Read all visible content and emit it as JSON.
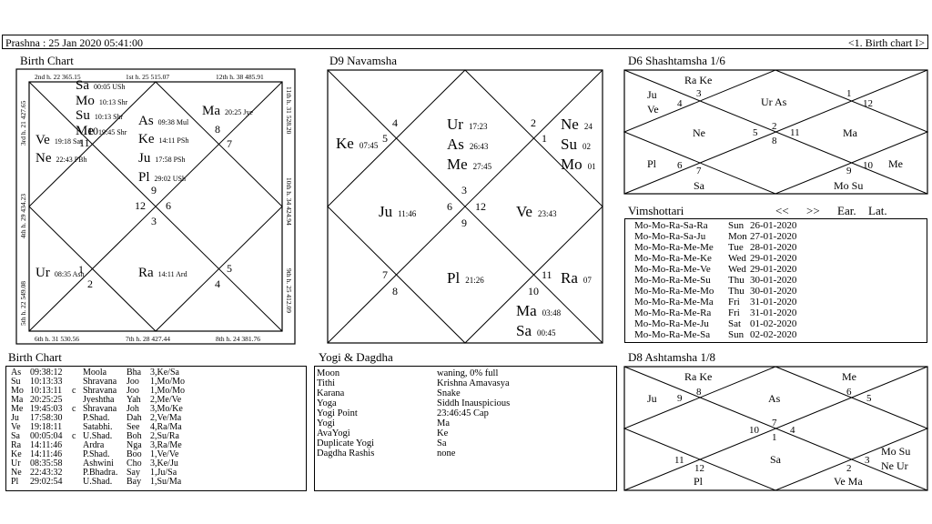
{
  "header": {
    "left": "Prashna :  25 Jan 2020  05:41:00",
    "right": "<1. Birth chart I>"
  },
  "birth_chart": {
    "title": "Birth Chart",
    "border_top": [
      "2nd h.  22  365.15",
      "1st h.  25  515.07",
      "12th h.  38  485.91"
    ],
    "border_bottom": [
      "6th h.  31  530.56",
      "7th h.  28  427.44",
      "8th h.  24  381.76"
    ],
    "border_left": [
      "3rd h.  21  427.65",
      "4th h.  29  434.23",
      "5th h.  22  549.08"
    ],
    "border_right": [
      "11th h.  31  528.20",
      "10th h.  34  424.94",
      "9th h.  25  412.09"
    ],
    "nums": [
      "10",
      "8",
      "7",
      "9",
      "12",
      "6",
      "3",
      "11",
      "1",
      "2",
      "5",
      "4"
    ],
    "planets": [
      {
        "name": "Sa",
        "deg": "00:05",
        "nak": "USh"
      },
      {
        "name": "Mo",
        "deg": "10:13",
        "nak": "Shr"
      },
      {
        "name": "Su",
        "deg": "10:13",
        "nak": "Shr"
      },
      {
        "name": "Me",
        "deg": "19:45",
        "nak": "Shr"
      },
      {
        "name": "Ma",
        "deg": "20:25",
        "nak": "Jye"
      },
      {
        "name": "As",
        "deg": "09:38",
        "nak": "Mul"
      },
      {
        "name": "Ke",
        "deg": "14:11",
        "nak": "PSh"
      },
      {
        "name": "Ju",
        "deg": "17:58",
        "nak": "PSh"
      },
      {
        "name": "Pl",
        "deg": "29:02",
        "nak": "USh"
      },
      {
        "name": "Ve",
        "deg": "19:18",
        "nak": "Sat"
      },
      {
        "name": "Ne",
        "deg": "22:43",
        "nak": "PBh"
      },
      {
        "name": "Ur",
        "deg": "08:35",
        "nak": "Ash"
      },
      {
        "name": "Ra",
        "deg": "14:11",
        "nak": "Ard"
      }
    ]
  },
  "d9": {
    "title": "D9 Navamsha",
    "nums": [
      "4",
      "5",
      "2",
      "1",
      "3",
      "6",
      "12",
      "9",
      "7",
      "8",
      "11",
      "10"
    ],
    "planets": [
      {
        "name": "Ur",
        "deg": "17:23"
      },
      {
        "name": "As",
        "deg": "26:43"
      },
      {
        "name": "Me",
        "deg": "27:45"
      },
      {
        "name": "Ne",
        "deg": "24"
      },
      {
        "name": "Su",
        "deg": "02"
      },
      {
        "name": "Mo",
        "deg": "01"
      },
      {
        "name": "Ke",
        "deg": "07:45"
      },
      {
        "name": "Ju",
        "deg": "11:46"
      },
      {
        "name": "Ve",
        "deg": "23:43"
      },
      {
        "name": "Pl",
        "deg": "21:26"
      },
      {
        "name": "Ra",
        "deg": "07"
      },
      {
        "name": "Ma",
        "deg": "03:48"
      },
      {
        "name": "Sa",
        "deg": "00:45"
      }
    ]
  },
  "d6": {
    "title": "D6 Shashtamsha 1/6",
    "nums": [
      "3",
      "4",
      "1",
      "12",
      "2",
      "5",
      "8",
      "11",
      "6",
      "7",
      "9",
      "10"
    ],
    "labels": [
      "Ra Ke",
      "Ju",
      "Ve",
      "Ur As",
      "Ne",
      "Ma",
      "Pl",
      "Sa",
      "Mo Su",
      "Me"
    ]
  },
  "vimshottari": {
    "title": "Vimshottari",
    "nav": [
      "<<",
      ">>",
      "Ear.",
      "Lat."
    ],
    "rows": [
      [
        "Mo-Mo-Ra-Sa-Ra",
        "Sun",
        "26-01-2020"
      ],
      [
        "Mo-Mo-Ra-Sa-Ju",
        "Mon",
        "27-01-2020"
      ],
      [
        "Mo-Mo-Ra-Me-Me",
        "Tue",
        "28-01-2020"
      ],
      [
        "Mo-Mo-Ra-Me-Ke",
        "Wed",
        "29-01-2020"
      ],
      [
        "Mo-Mo-Ra-Me-Ve",
        "Wed",
        "29-01-2020"
      ],
      [
        "Mo-Mo-Ra-Me-Su",
        "Thu",
        "30-01-2020"
      ],
      [
        "Mo-Mo-Ra-Me-Mo",
        "Thu",
        "30-01-2020"
      ],
      [
        "Mo-Mo-Ra-Me-Ma",
        "Fri",
        "31-01-2020"
      ],
      [
        "Mo-Mo-Ra-Me-Ra",
        "Fri",
        "31-01-2020"
      ],
      [
        "Mo-Mo-Ra-Me-Ju",
        "Sat",
        "01-02-2020"
      ],
      [
        "Mo-Mo-Ra-Me-Sa",
        "Sun",
        "02-02-2020"
      ]
    ]
  },
  "birth_table": {
    "title": "Birth Chart",
    "rows": [
      [
        "As",
        "09:38:12",
        "",
        "Moola",
        "Bha",
        "3,Ke/Sa"
      ],
      [
        "Su",
        "10:13:33",
        "",
        "Shravana",
        "Joo",
        "1,Mo/Mo"
      ],
      [
        "Mo",
        "10:13:11",
        "c",
        "Shravana",
        "Joo",
        "1,Mo/Mo"
      ],
      [
        "Ma",
        "20:25:25",
        "",
        "Jyeshtha",
        "Yah",
        "2,Me/Ve"
      ],
      [
        "Me",
        "19:45:03",
        "c",
        "Shravana",
        "Joh",
        "3,Mo/Ke"
      ],
      [
        "Ju",
        "17:58:30",
        "",
        "P.Shad.",
        "Dah",
        "2,Ve/Ma"
      ],
      [
        "Ve",
        "19:18:11",
        "",
        "Satabhi.",
        "See",
        "4,Ra/Ma"
      ],
      [
        "Sa",
        "00:05:04",
        "c",
        "U.Shad.",
        "Boh",
        "2,Su/Ra"
      ],
      [
        "Ra",
        "14:11:46",
        "",
        "Ardra",
        "Nga",
        "3,Ra/Me"
      ],
      [
        "Ke",
        "14:11:46",
        "",
        "P.Shad.",
        "Boo",
        "1,Ve/Ve"
      ],
      [
        "Ur",
        "08:35:58",
        "",
        "Ashwini",
        "Cho",
        "3,Ke/Ju"
      ],
      [
        "Ne",
        "22:43:32",
        "",
        "P.Bhadra.",
        "Say",
        "1,Ju/Sa"
      ],
      [
        "Pl",
        "29:02:54",
        "",
        "U.Shad.",
        "Bay",
        "1,Su/Ma"
      ]
    ]
  },
  "yogi": {
    "title": "Yogi & Dagdha",
    "rows": [
      [
        "Moon",
        "waning, 0% full"
      ],
      [
        "Tithi",
        "Krishna  Amavasya"
      ],
      [
        "Karana",
        "Snake"
      ],
      [
        "Yoga",
        "Siddh Inauspicious"
      ],
      [
        "Yogi Point",
        "23:46:45 Cap"
      ],
      [
        "Yogi",
        "Ma"
      ],
      [
        "AvaYogi",
        "Ke"
      ],
      [
        "Duplicate Yogi",
        "Sa"
      ],
      [
        "Dagdha Rashis",
        "none"
      ]
    ]
  },
  "d8": {
    "title": "D8 Ashtamsha 1/8",
    "nums": [
      "8",
      "9",
      "6",
      "5",
      "7",
      "4",
      "10",
      "1",
      "11",
      "12",
      "2",
      "3"
    ],
    "labels": [
      "Ra Ke",
      "Me",
      "Ju",
      "As",
      "Sa",
      "Mo Su",
      "Ne Ur",
      "Pl",
      "Ve Ma"
    ]
  }
}
